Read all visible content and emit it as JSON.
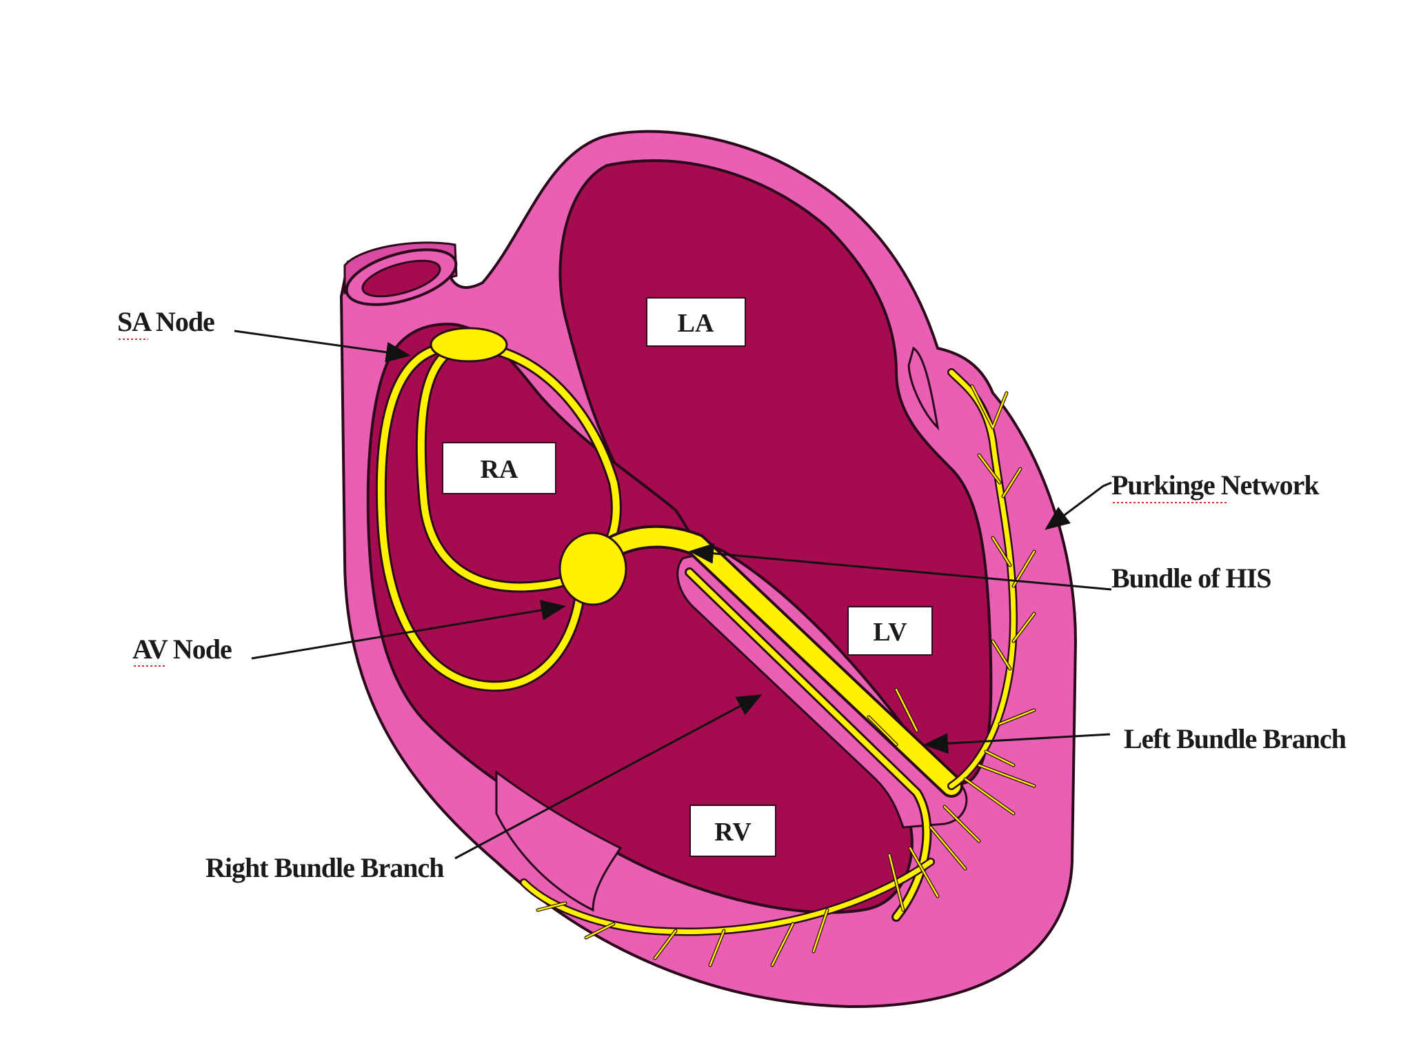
{
  "diagram": {
    "chambers": {
      "la": "LA",
      "ra": "RA",
      "lv": "LV",
      "rv": "RV"
    },
    "callouts": {
      "sa_node": "SA Node",
      "av_node": "AV Node",
      "purkinje": "Purkinge Network",
      "bundle_his": "Bundle of HIS",
      "left_bundle": "Left Bundle Branch",
      "right_bundle": "Right Bundle Branch"
    },
    "colors": {
      "outer_wall": "#e85fb4",
      "chamber": "#a50b4f",
      "conduction": "#fff200",
      "outline": "#2a0a1a",
      "label_box": "#ffffff"
    }
  }
}
